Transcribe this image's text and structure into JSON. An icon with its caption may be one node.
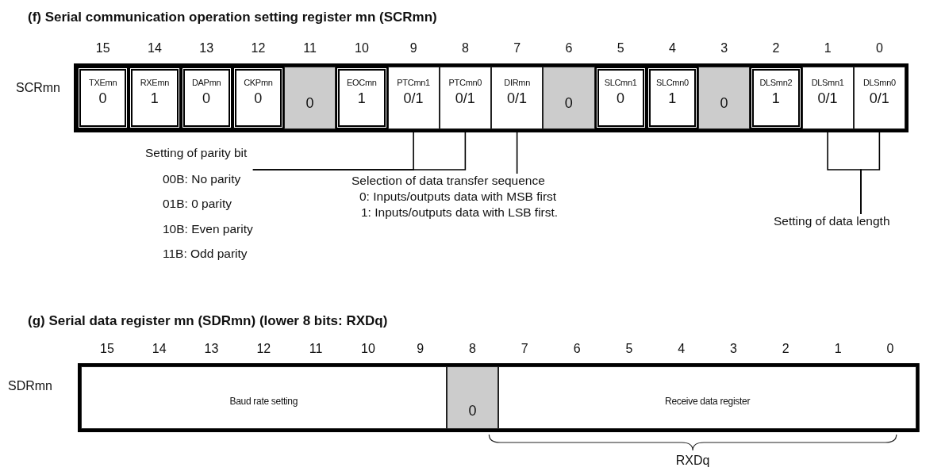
{
  "diagram": {
    "nodes": [
      {
        "text": [
          "TXEmn",
          "0"
        ]
      },
      {
        "text": [
          "RXEmn",
          "1"
        ]
      },
      {
        "text": [
          "DAPmn",
          "0"
        ]
      },
      {
        "text": [
          "CKPmn",
          "0"
        ]
      },
      {
        "text": [
          "0"
        ]
      },
      {
        "text": [
          "EOCmn",
          "1"
        ]
      },
      {
        "text": [
          "PTCmn1",
          "0/1"
        ]
      },
      {
        "text": [
          "PTCmn0",
          "0/1"
        ]
      },
      {
        "text": [
          "DIRmn",
          "0/1"
        ]
      },
      {
        "text": [
          "0"
        ]
      },
      {
        "text": [
          "SLCmn1",
          "0"
        ]
      },
      {
        "text": [
          "SLCmn0",
          "1"
        ]
      },
      {
        "text": [
          "0"
        ]
      },
      {
        "text": [
          "DLSmn2",
          "1"
        ]
      },
      {
        "text": [
          "DLSmn1",
          "0/1"
        ]
      },
      {
        "text": [
          "DLSmn0",
          "0/1"
        ]
      },
      {
        "text": [
          "Setting of parity bit",
          "00B: No parity",
          "01B: 0 parity",
          "10B: Even parity",
          "11B: Odd parity"
        ]
      },
      {
        "text": [
          "Selection of data transfer sequence",
          "0: Inputs/outputs data with MSB first",
          "1: Inputs/outputs data with LSB first."
        ]
      },
      {
        "text": [
          "Setting of data length"
        ]
      },
      {
        "text": [
          "Baud rate setting"
        ]
      },
      {
        "text": [
          "0"
        ]
      },
      {
        "text": [
          "Receive data register"
        ]
      }
    ],
    "edges": [
      {
        "from": 6,
        "to": 16,
        "arrow": "none"
      },
      {
        "from": 7,
        "to": 16,
        "arrow": "none"
      },
      {
        "from": 8,
        "to": 17,
        "arrow": "none"
      },
      {
        "from": 14,
        "to": 18,
        "arrow": "none"
      },
      {
        "from": 15,
        "to": 18,
        "arrow": "none"
      }
    ],
    "labels": [
      "(f)  Serial communication operation setting register mn (SCRmn)",
      "15",
      "14",
      "13",
      "12",
      "11",
      "10",
      "9",
      "8",
      "7",
      "6",
      "5",
      "4",
      "3",
      "2",
      "1",
      "0",
      "SCRmn",
      "(g)  Serial data register mn (SDRmn) (lower 8 bits: RXDq)",
      "15",
      "14",
      "13",
      "12",
      "11",
      "10",
      "9",
      "8",
      "7",
      "6",
      "5",
      "4",
      "3",
      "2",
      "1",
      "0",
      "SDRmn",
      "RXDq"
    ]
  }
}
